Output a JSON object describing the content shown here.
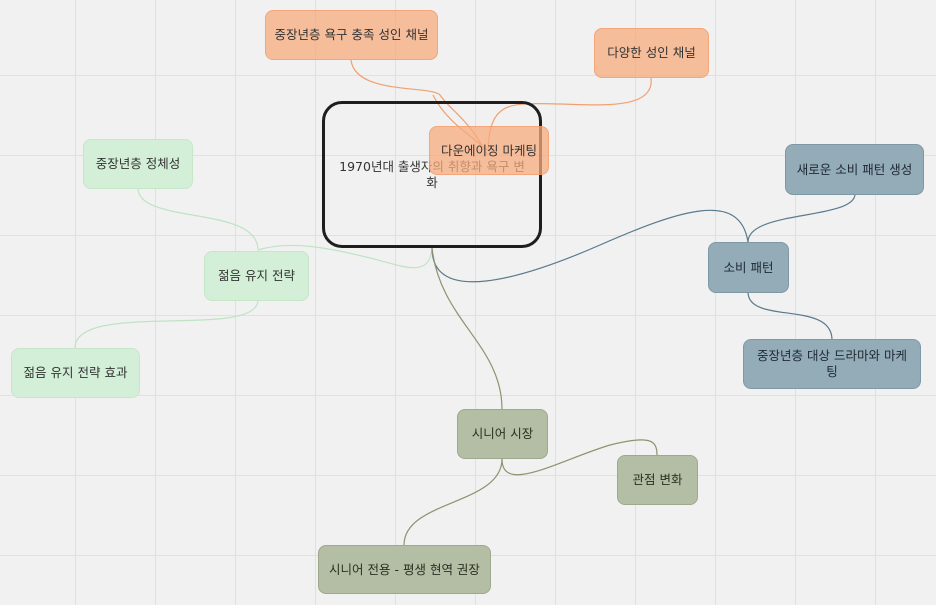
{
  "mindmap": {
    "root": {
      "label": "1970년대 출생자의 취향과 욕구 변화"
    },
    "downaging": {
      "label": "다운에이징 마케팅",
      "children": [
        "중장년층 욕구 충족 성인 채널",
        "다양한 성인 채널"
      ]
    },
    "youth": {
      "label": "젊음 유지 전략",
      "children": [
        "중장년층 정체성",
        "젊음 유지 전략 효과"
      ]
    },
    "consumption": {
      "label": "소비 패턴",
      "children": [
        "새로운 소비 패턴 생성",
        "중장년층 대상 드라마와 마케팅"
      ]
    },
    "senior": {
      "label": "시니어 시장",
      "children": [
        "관점 변화",
        "시니어 전용 - 평생 현역 권장"
      ]
    }
  },
  "colors": {
    "orange_line": "#f0a070",
    "green_line": "#bfe3c4",
    "blue_line": "#5a7a8c",
    "olive_line": "#8a946f"
  }
}
